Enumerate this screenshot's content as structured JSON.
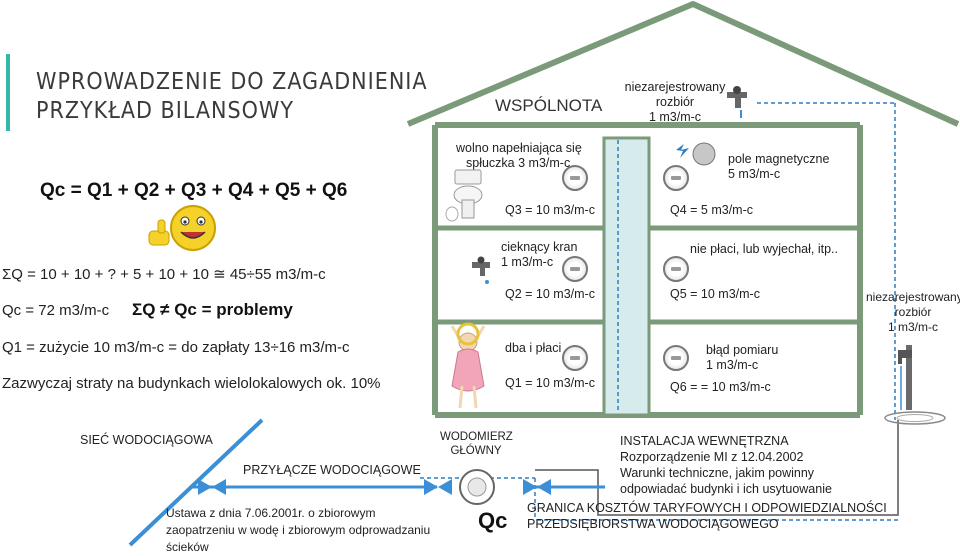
{
  "title": {
    "line1": "WPROWADZENIE DO ZAGADNIENIA",
    "line2": "PRZYKŁAD BILANSOWY"
  },
  "formulas": {
    "qc_sum": "Qc = Q1 + Q2 + Q3 + Q4 + Q5 + Q6",
    "sigma_q": "ΣQ = 10 + 10 + ? + 5 + 10 + 10 ≅ 45÷55 m3/m-c",
    "qc_value": "Qc = 72 m3/m-c",
    "problem": "ΣQ ≠ Qc = problemy",
    "q1_consumption": "Q1 = zużycie 10 m3/m-c = do zapłaty 13÷16 m3/m-c",
    "losses_note": "Zazwyczaj straty na budynkach wielolokalowych ok. 10%"
  },
  "house": {
    "roof_label": "WSPÓLNOTA",
    "unregistered_top": {
      "line1": "niezarejestrowany",
      "line2": "rozbiór",
      "line3": "1 m3/m-c"
    },
    "unit_q3": {
      "desc1": "wolno  napełniająca się",
      "desc2": "spłuczka 3 m3/m-c",
      "q": "Q3 = 10 m3/m-c"
    },
    "unit_q4": {
      "desc1": "pole magnetyczne",
      "desc2": "5 m3/m-c",
      "q": "Q4 = 5 m3/m-c"
    },
    "unit_q2": {
      "desc1": "cieknący kran",
      "desc2": "1 m3/m-c",
      "q": "Q2 = 10 m3/m-c"
    },
    "unit_q5": {
      "desc1": "nie płaci, lub wyjechał, itp..",
      "q": "Q5 = 10 m3/m-c"
    },
    "unit_q1": {
      "desc1": "dba i płaci",
      "q": "Q1 = 10 m3/m-c"
    },
    "unit_q6": {
      "desc1": "błąd pomiaru",
      "desc2": "1 m3/m-c",
      "q": "Q6 = = 10 m3/m-c"
    }
  },
  "outside": {
    "unregistered_right": {
      "line1": "niezarejestrowany",
      "line2": "rozbiór",
      "line3": "1 m3/m-c"
    },
    "network": "SIEĆ WODOCIĄGOWA",
    "connections": "PRZYŁĄCZE WODOCIĄGOWE",
    "main_meter": {
      "line1": "WODOMIERZ",
      "line2": "GŁÓWNY",
      "symbol": "Qc"
    },
    "law_note": {
      "line1": "Ustawa z dnia 7.06.2001r. o zbiorowym",
      "line2": "zaopatrzeniu w wodę i zbiorowym odprowadzaniu",
      "line3": "ścieków"
    },
    "internal": {
      "line1": "INSTALACJA WEWNĘTRZNA",
      "line2": "Rozporządzenie MI z 12.04.2002",
      "line3": "Warunki techniczne, jakim powinny",
      "line4": "odpowiadać budynki i ich usytuowanie"
    },
    "boundary": {
      "line1": "GRANICA KOSZTÓW TARYFOWYCH I ODPOWIEDZIALNOŚCI",
      "line2": "PRZEDSIĘBIORSTWA WODOCIĄGOWEGO"
    }
  },
  "colors": {
    "house": "#7a9a7a",
    "pipe": "#3b8fd6",
    "riser": "#d6ecec",
    "accent": "#35b7a6",
    "boundary_line": "#555555"
  }
}
